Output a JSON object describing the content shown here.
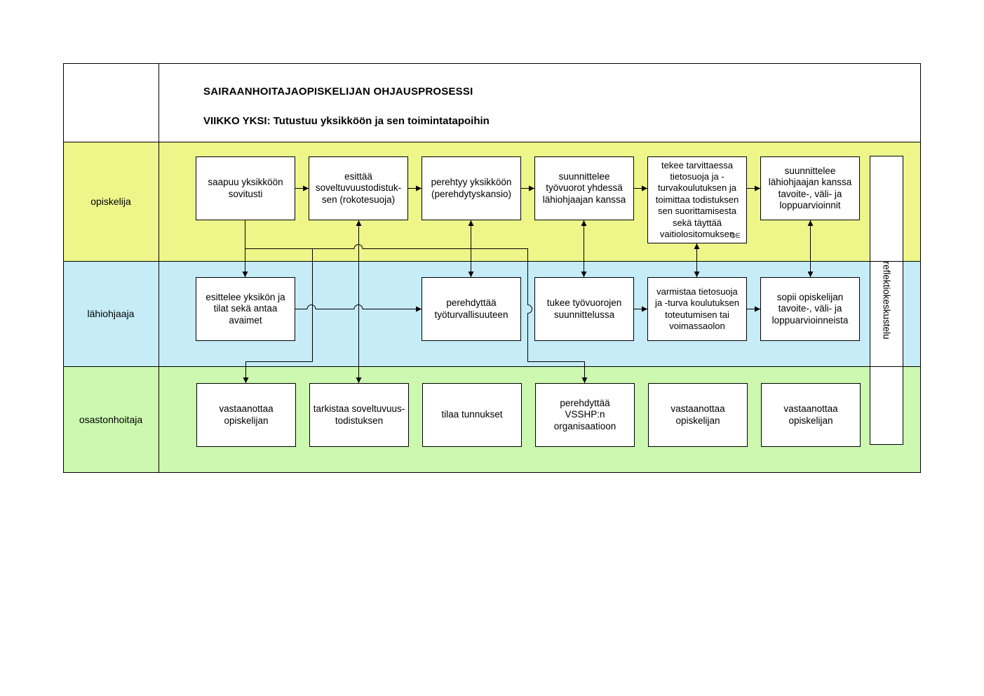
{
  "title": "SAIRAANHOITAJAOPISKELIJAN OHJAUSPROSESSI",
  "subtitle": "VIIKKO YKSI: Tutustuu yksikköön ja sen toimintatapoihin",
  "lanes": {
    "opiskelija": "opiskelija",
    "lahiohjaaja": "lähiohjaaja",
    "osastonhoitaja": "osastonhoitaja"
  },
  "opiskelija_boxes": [
    "saapuu yksikköön\nsovitusti",
    "esittää\nsoveltuvuustodistuk-\nsen (rokotesuoja)",
    "perehtyy yksikköön\n(perehdytyskansio)",
    "suunnittelee\ntyövuorot yhdessä\nlähiohjaajan kanssa",
    "tekee tarvittaessa\ntietosuoja ja -\nturvakoulutuksen ja\ntoimittaa todistuksen\nsen suorittamisesta\nsekä täyttää\nvaitiolositomuksen",
    "suunnittelee\nlähiohjaajan kanssa\ntavoite-, väli- ja\nloppuarvioinnit"
  ],
  "lahiohjaaja_boxes": [
    "esittelee yksikön ja\ntilat sekä antaa\navaimet",
    "perehdyttää\ntyöturvallisuuteen",
    "tukee työvuorojen\nsuunnittelussa",
    "varmistaa tietosuoja\nja -turva koulutuksen\ntoteutumisen tai\nvoimassaolon",
    "sopii opiskelijan\ntavoite-, väli- ja\nloppuarvioinneista"
  ],
  "osastonhoitaja_boxes": [
    "vastaanottaa\nopiskelijan",
    "tarkistaa soveltuvuus-\ntodistuksen",
    "tilaa tunnukset",
    "perehdyttää\nVSSHP:n\norganisaatioon",
    "vastaanottaa\nopiskelijan",
    "vastaanottaa\nopiskelijan"
  ],
  "reflection_label": "reflektiokeskustelu",
  "corner_mark": "DE",
  "colors": {
    "opiskelija_lane": "#eef68a",
    "lahiohjaaja_lane": "#c6ecf8",
    "osastonhoitaja_lane": "#ccf8b0",
    "line": "#000000"
  }
}
